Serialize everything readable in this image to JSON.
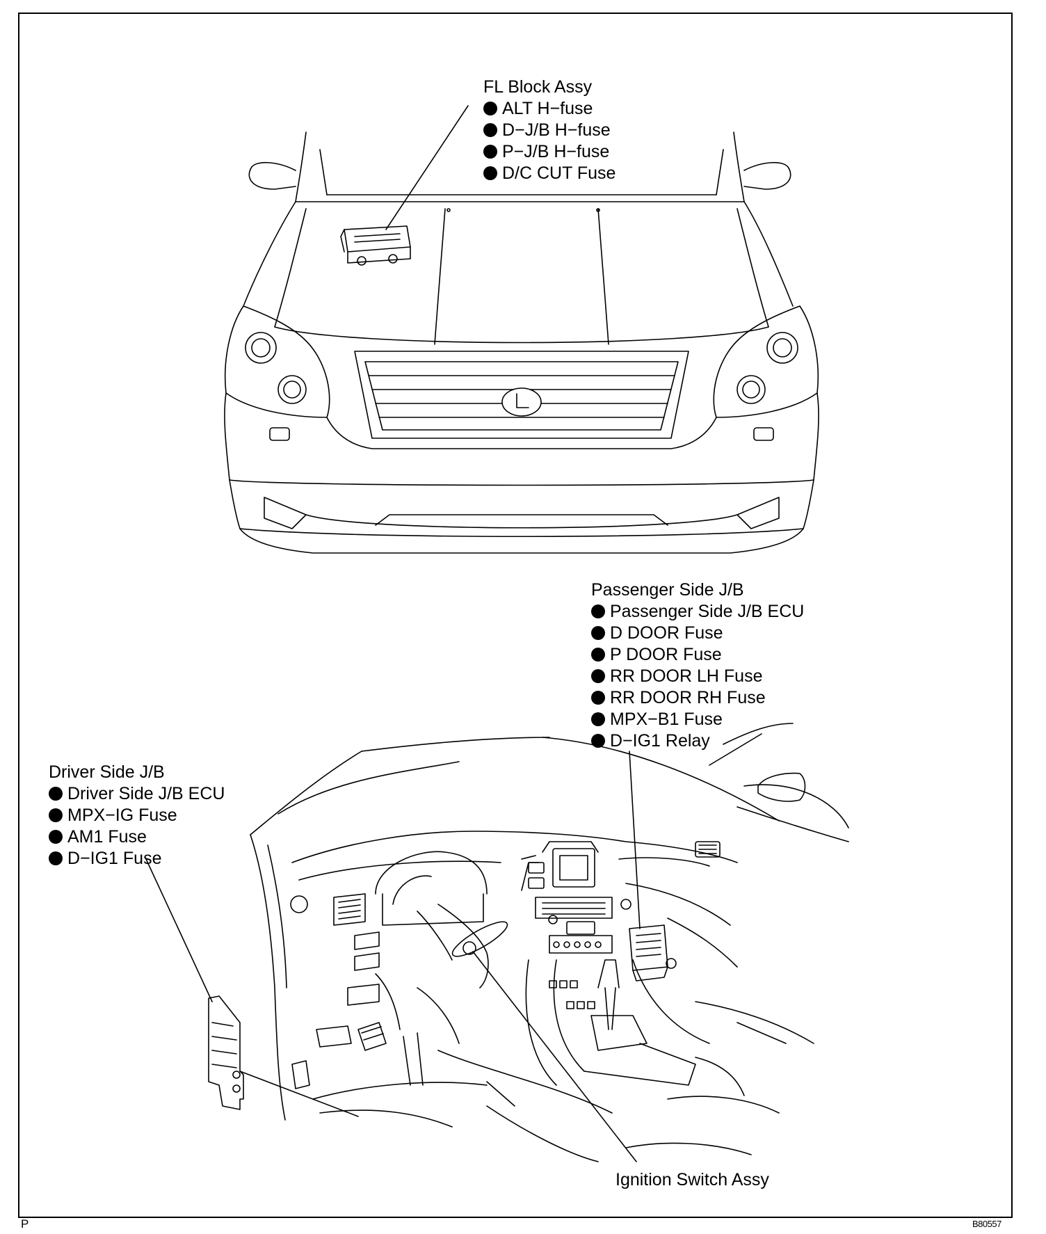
{
  "fl_block": {
    "title": "FL Block Assy",
    "items": [
      "ALT H−fuse",
      "D−J/B H−fuse",
      "P−J/B H−fuse",
      "D/C CUT Fuse"
    ]
  },
  "passenger_jb": {
    "title": "Passenger Side J/B",
    "items": [
      "Passenger Side J/B ECU",
      "D DOOR Fuse",
      "P DOOR Fuse",
      "RR DOOR LH Fuse",
      "RR DOOR RH Fuse",
      "MPX−B1 Fuse",
      "D−IG1 Relay"
    ]
  },
  "driver_jb": {
    "title": "Driver Side J/B",
    "items": [
      "Driver Side J/B ECU",
      "MPX−IG Fuse",
      "AM1 Fuse",
      "D−IG1 Fuse"
    ]
  },
  "ignition": {
    "label": "Ignition Switch Assy"
  },
  "corner_label": "P",
  "figure_code": "B80557",
  "colors": {
    "line": "#000000",
    "background": "#ffffff"
  }
}
